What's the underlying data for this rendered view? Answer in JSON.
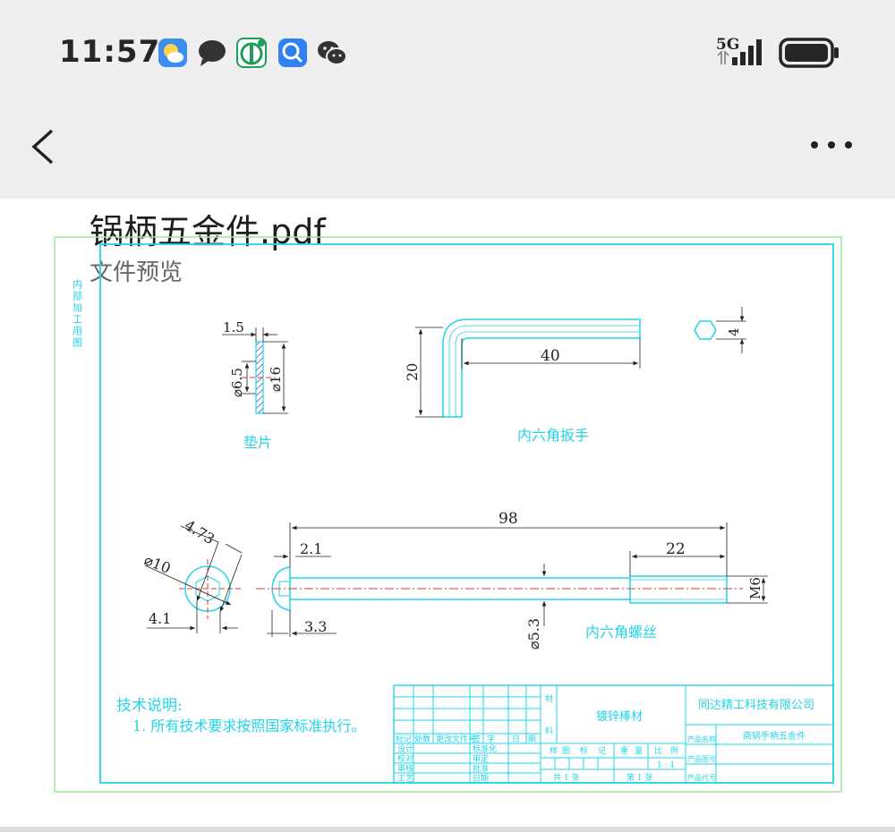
{
  "status_bar": {
    "time": "11:57",
    "network": "5G",
    "notification_icons": [
      "weather-app-icon",
      "messages-icon",
      "bank-app-icon",
      "browser-search-icon",
      "wechat-icon"
    ]
  },
  "header": {
    "title": "锅柄五金件.pdf",
    "subtitle": "文件预览"
  },
  "drawing": {
    "side_note": "内部加工用图",
    "washer": {
      "thickness": "1.5",
      "inner_dia": "⌀6.5",
      "outer_dia": "⌀16",
      "name": "垫片"
    },
    "wrench": {
      "height": "20",
      "length": "40",
      "hex": "4",
      "name": "内六角扳手"
    },
    "screw": {
      "hex_size": "4.73",
      "head_dia": "⌀10",
      "head_offset": "4.1",
      "total_length": "98",
      "head_height": "2.1",
      "head_step": "3.3",
      "thread_length": "22",
      "shank_dia": "⌀5.3",
      "thread": "M6",
      "name": "内六角螺丝"
    },
    "notes": {
      "heading": "技术说明:",
      "line1": "1. 所有技术要求按照国家标准执行。"
    },
    "title_block": {
      "material_label": "材",
      "material_label2": "料",
      "material": "镀锌棒材",
      "company": "同达精工科技有限公司",
      "product_name": "商锅手柄五金件",
      "rev_headers": [
        "标记",
        "处数",
        "更改文件号",
        "签",
        "字",
        "日",
        "期"
      ],
      "roles_left": [
        "设计",
        "校对",
        "审核",
        "工艺"
      ],
      "roles_right": [
        "标准化",
        "审定",
        "批准",
        "日期"
      ],
      "stage_headers": [
        "样",
        "图",
        "标",
        "记",
        "重",
        "量",
        "比",
        "例"
      ],
      "scale": "1 : 1",
      "sheet_total": "共 1 张",
      "sheet_no": "第 1 张",
      "side_labels": [
        "产品名称",
        "产品图号",
        "产品代号"
      ]
    }
  },
  "colors": {
    "status_bg": "#efefef",
    "line": "#22d4e8",
    "frame": "#9be89b",
    "dim": "#222222",
    "center": "#e23a3a"
  }
}
